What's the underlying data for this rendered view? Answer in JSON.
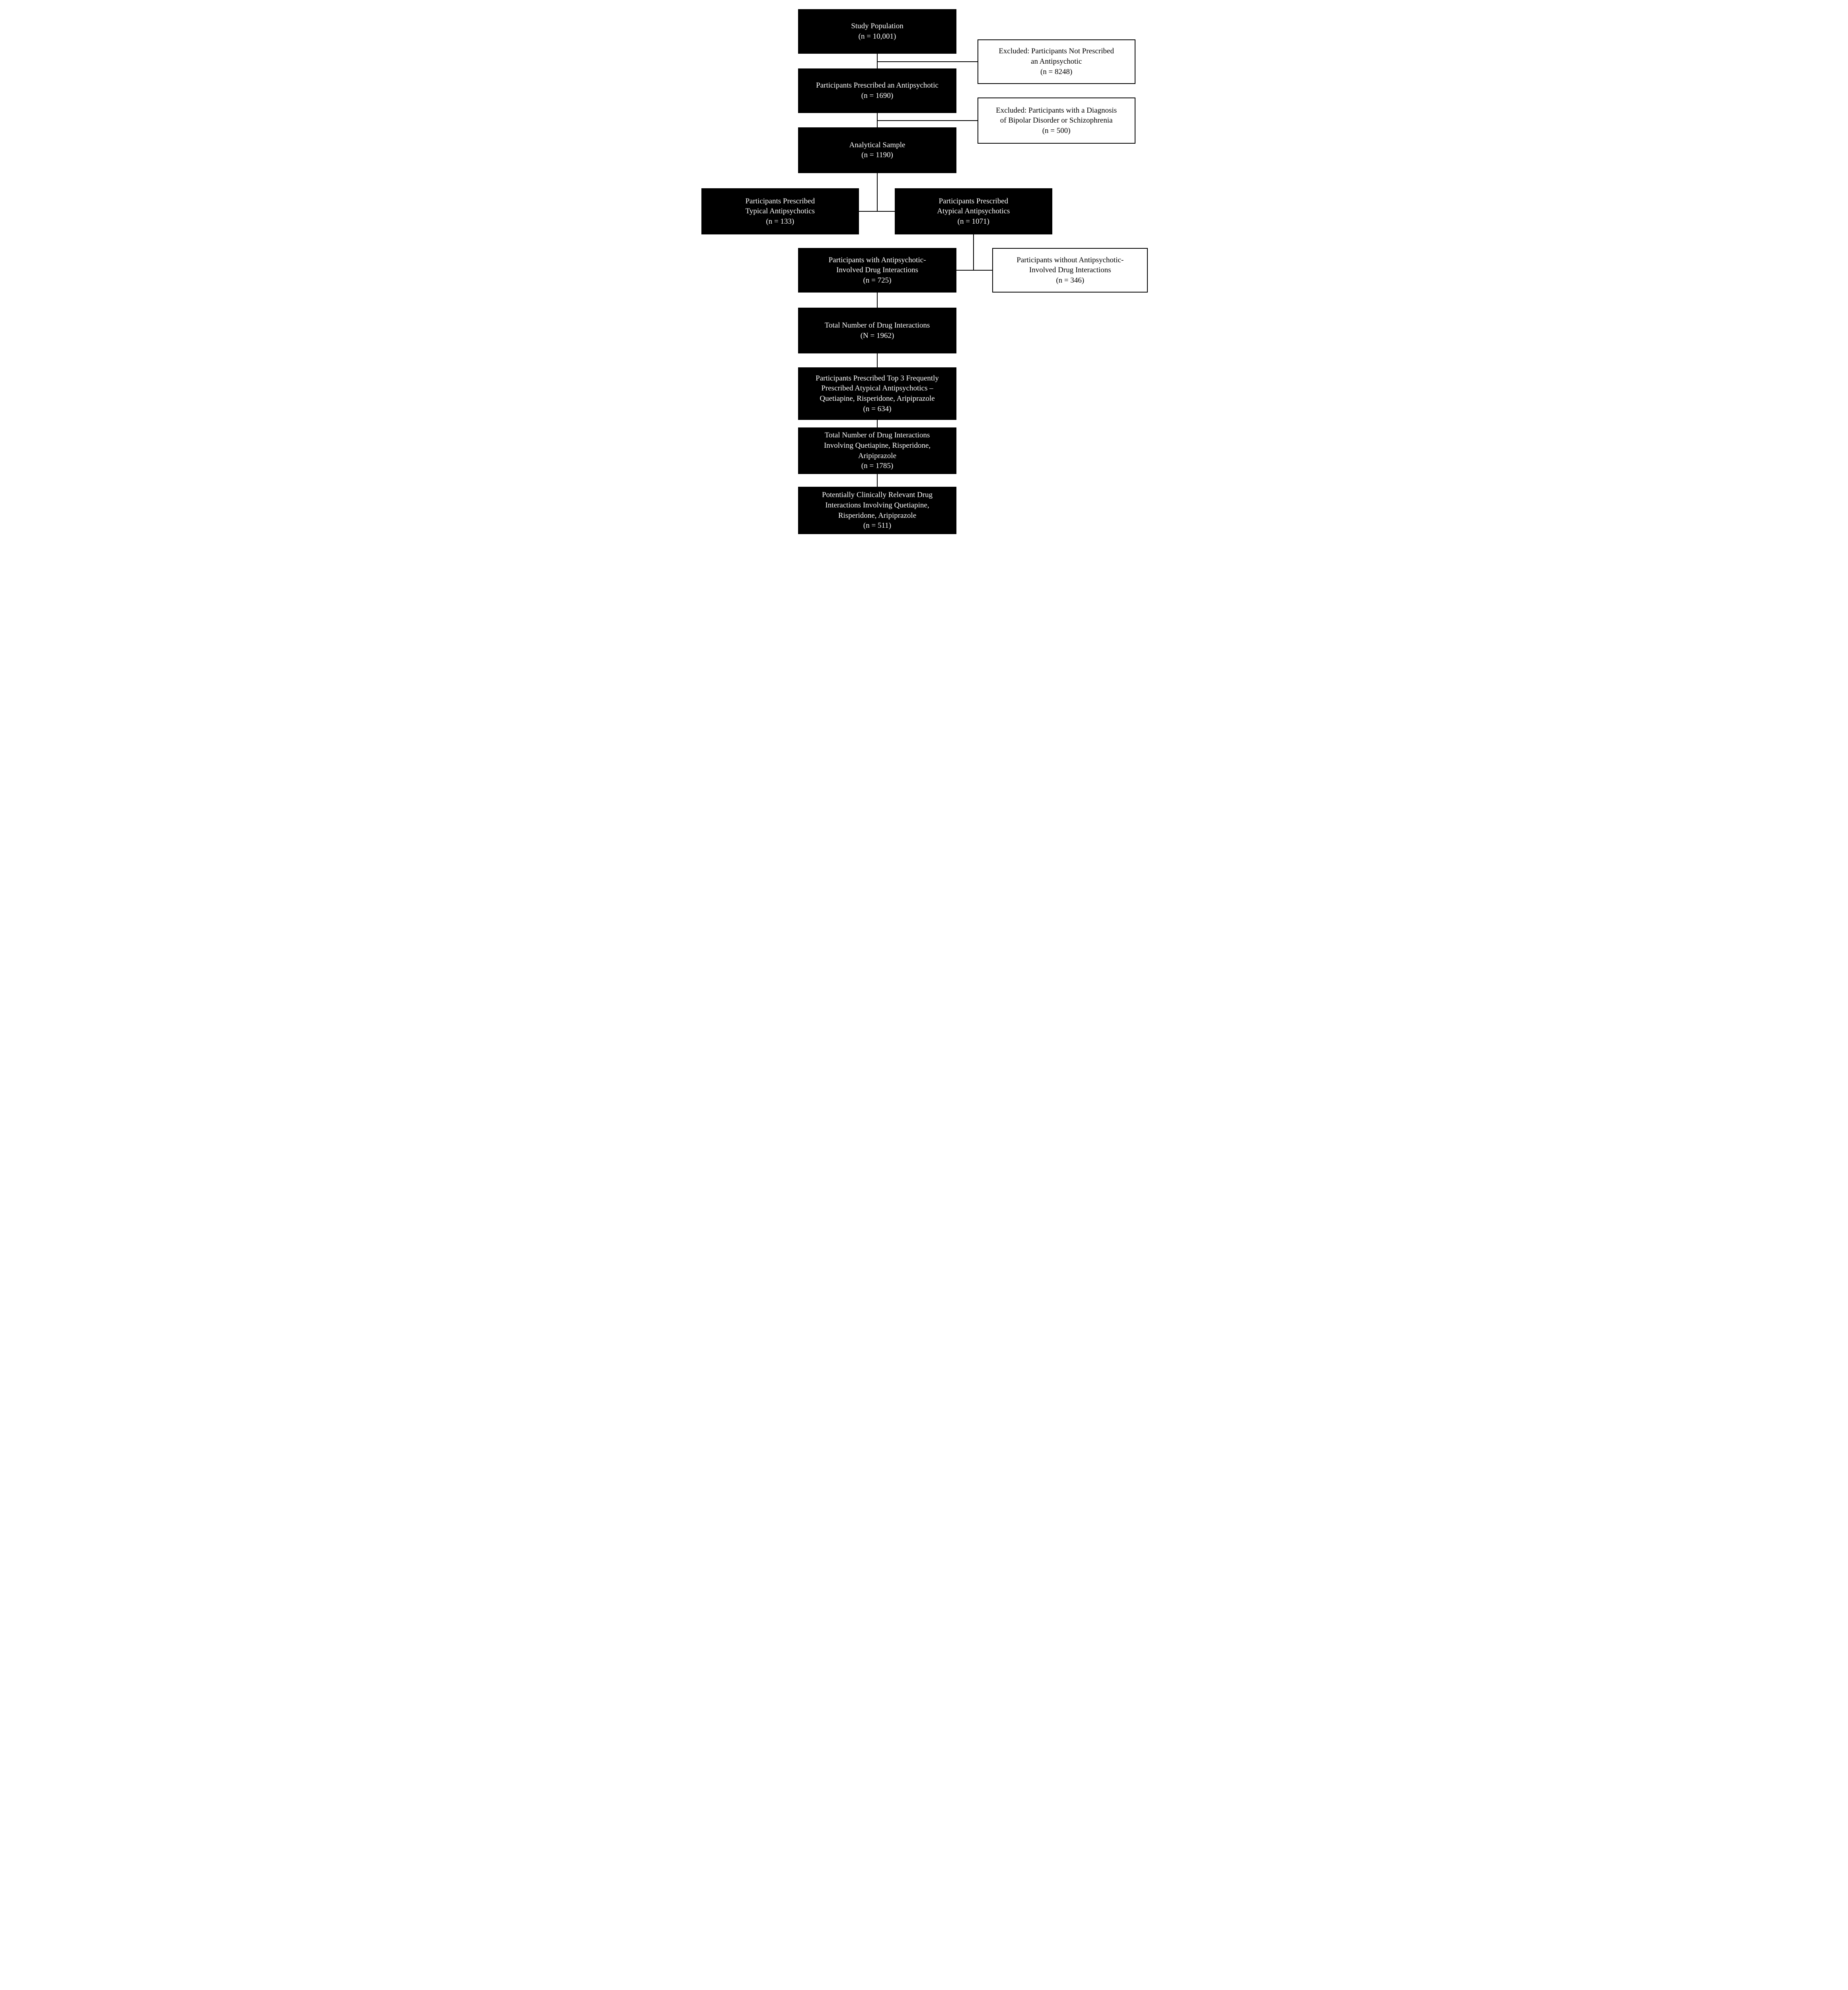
{
  "flowchart": {
    "background_color": "#ffffff",
    "connector_color": "#000000",
    "filled_box_style": {
      "fill": "#000000",
      "text_color": "#ffffff"
    },
    "outlined_box_style": {
      "fill": "#ffffff",
      "border_color": "#000000",
      "text_color": "#000000"
    },
    "nodes": {
      "study_population": {
        "lines": [
          "Study Population",
          "(n = 10,001)"
        ]
      },
      "excluded_not_prescribed": {
        "lines": [
          "Excluded: Participants Not Prescribed",
          "an Antipsychotic",
          "(n = 8248)"
        ]
      },
      "prescribed_antipsychotic": {
        "lines": [
          "Participants Prescribed an Antipsychotic",
          "(n = 1690)"
        ]
      },
      "excluded_diagnosis": {
        "lines": [
          "Excluded: Participants with a Diagnosis",
          "of Bipolar Disorder or Schizophrenia",
          "(n = 500)"
        ]
      },
      "analytical_sample": {
        "lines": [
          "Analytical Sample",
          "(n = 1190)"
        ]
      },
      "typical_antipsychotics": {
        "lines": [
          "Participants Prescribed",
          "Typical Antipsychotics",
          "(n = 133)"
        ]
      },
      "atypical_antipsychotics": {
        "lines": [
          "Participants Prescribed",
          "Atypical Antipsychotics",
          "(n = 1071)"
        ]
      },
      "with_interactions": {
        "lines": [
          "Participants with Antipsychotic-",
          "Involved Drug Interactions",
          "(n = 725)"
        ]
      },
      "without_interactions": {
        "lines": [
          "Participants without Antipsychotic-",
          "Involved Drug Interactions",
          "(n = 346)"
        ]
      },
      "total_interactions": {
        "lines": [
          "Total Number of Drug Interactions",
          "(N = 1962)"
        ]
      },
      "top3_prescribed": {
        "lines": [
          "Participants Prescribed Top 3 Frequently",
          "Prescribed Atypical Antipsychotics –",
          "Quetiapine, Risperidone, Aripiprazole",
          "(n = 634)"
        ]
      },
      "top3_interactions": {
        "lines": [
          "Total Number of Drug Interactions",
          "Involving Quetiapine, Risperidone,",
          "Aripiprazole",
          "(n = 1785)"
        ]
      },
      "clinically_relevant": {
        "lines": [
          "Potentially Clinically Relevant Drug",
          "Interactions Involving Quetiapine,",
          "Risperidone, Aripiprazole",
          "(n = 511)"
        ]
      }
    }
  }
}
